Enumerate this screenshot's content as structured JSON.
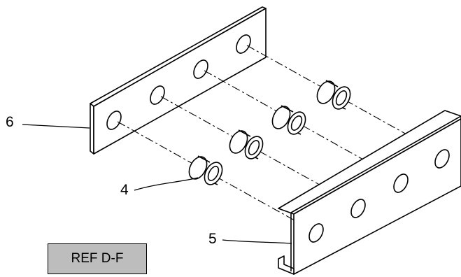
{
  "callouts": {
    "part_6": "6",
    "part_4": "4",
    "part_5": "5"
  },
  "ref_label": "REF D-F",
  "colors": {
    "line": "#000000",
    "ref_box_fill": "#bdbdbd",
    "background": "#ffffff"
  }
}
